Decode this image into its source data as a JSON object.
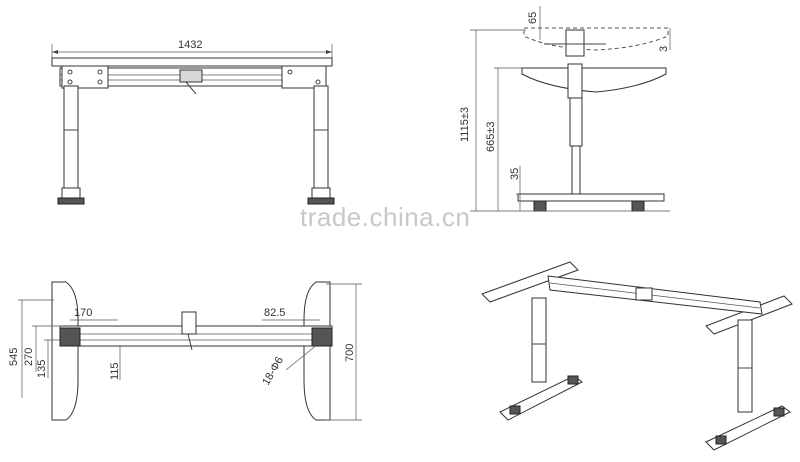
{
  "watermark": "trade.china.cn",
  "front_view": {
    "width": "1432"
  },
  "side_view": {
    "top_gap": "65",
    "tilt": "3",
    "max_height": "1115±3",
    "min_height": "665±3",
    "foot_height": "35"
  },
  "top_view": {
    "outer": "545",
    "mid": "270",
    "inner": "135",
    "beam": "115",
    "left_offset": "170",
    "right_offset": "82.5",
    "holes": "18-Φ6",
    "depth": "700"
  }
}
